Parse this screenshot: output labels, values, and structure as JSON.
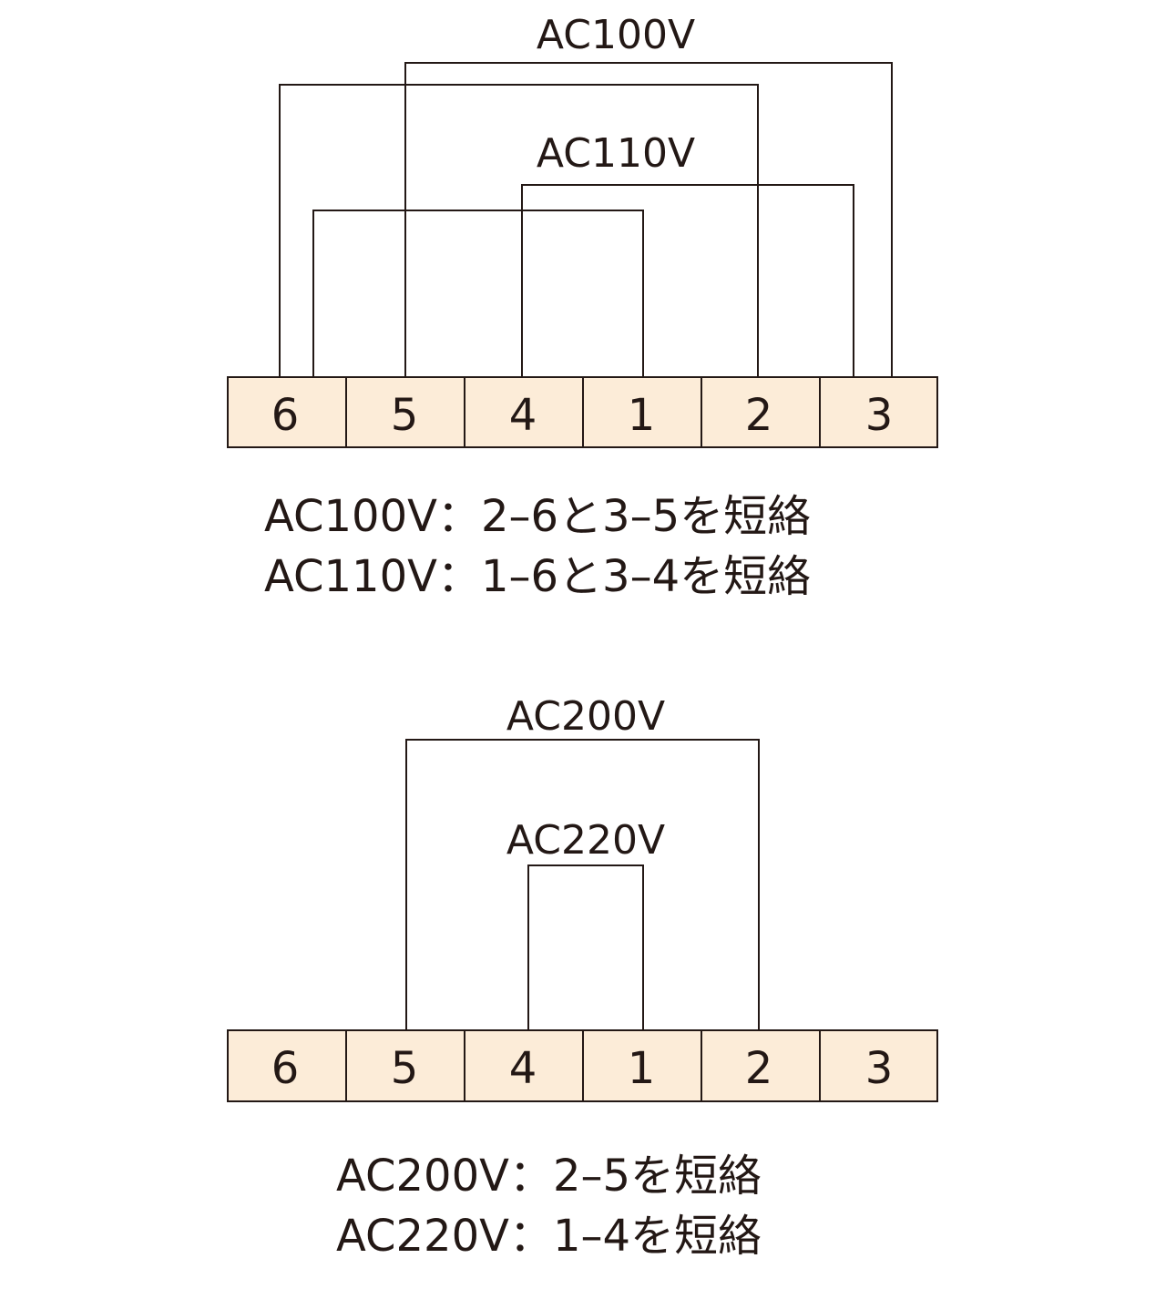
{
  "colors": {
    "terminal_fill": "#fcecd8",
    "line": "#231815",
    "background": "#ffffff"
  },
  "top_block": {
    "terminals": [
      "6",
      "5",
      "4",
      "1",
      "2",
      "3"
    ],
    "wires": [
      {
        "label": "AC100V",
        "connects": [
          "2",
          "6"
        ]
      },
      {
        "label": "AC100V",
        "connects": [
          "3",
          "5"
        ]
      },
      {
        "label": "AC110V",
        "connects": [
          "1",
          "6"
        ]
      },
      {
        "label": "AC110V",
        "connects": [
          "3",
          "4"
        ]
      }
    ],
    "labels": {
      "ac100v": "AC100V",
      "ac110v": "AC110V"
    },
    "captions": [
      "AC100V：2–6と3–5を短絡",
      "AC110V：1–6と3–4を短絡"
    ]
  },
  "bottom_block": {
    "terminals": [
      "6",
      "5",
      "4",
      "1",
      "2",
      "3"
    ],
    "wires": [
      {
        "label": "AC200V",
        "connects": [
          "2",
          "5"
        ]
      },
      {
        "label": "AC220V",
        "connects": [
          "1",
          "4"
        ]
      }
    ],
    "labels": {
      "ac200v": "AC200V",
      "ac220v": "AC220V"
    },
    "captions": [
      "AC200V：2–5を短絡",
      "AC220V：1–4を短絡"
    ]
  }
}
